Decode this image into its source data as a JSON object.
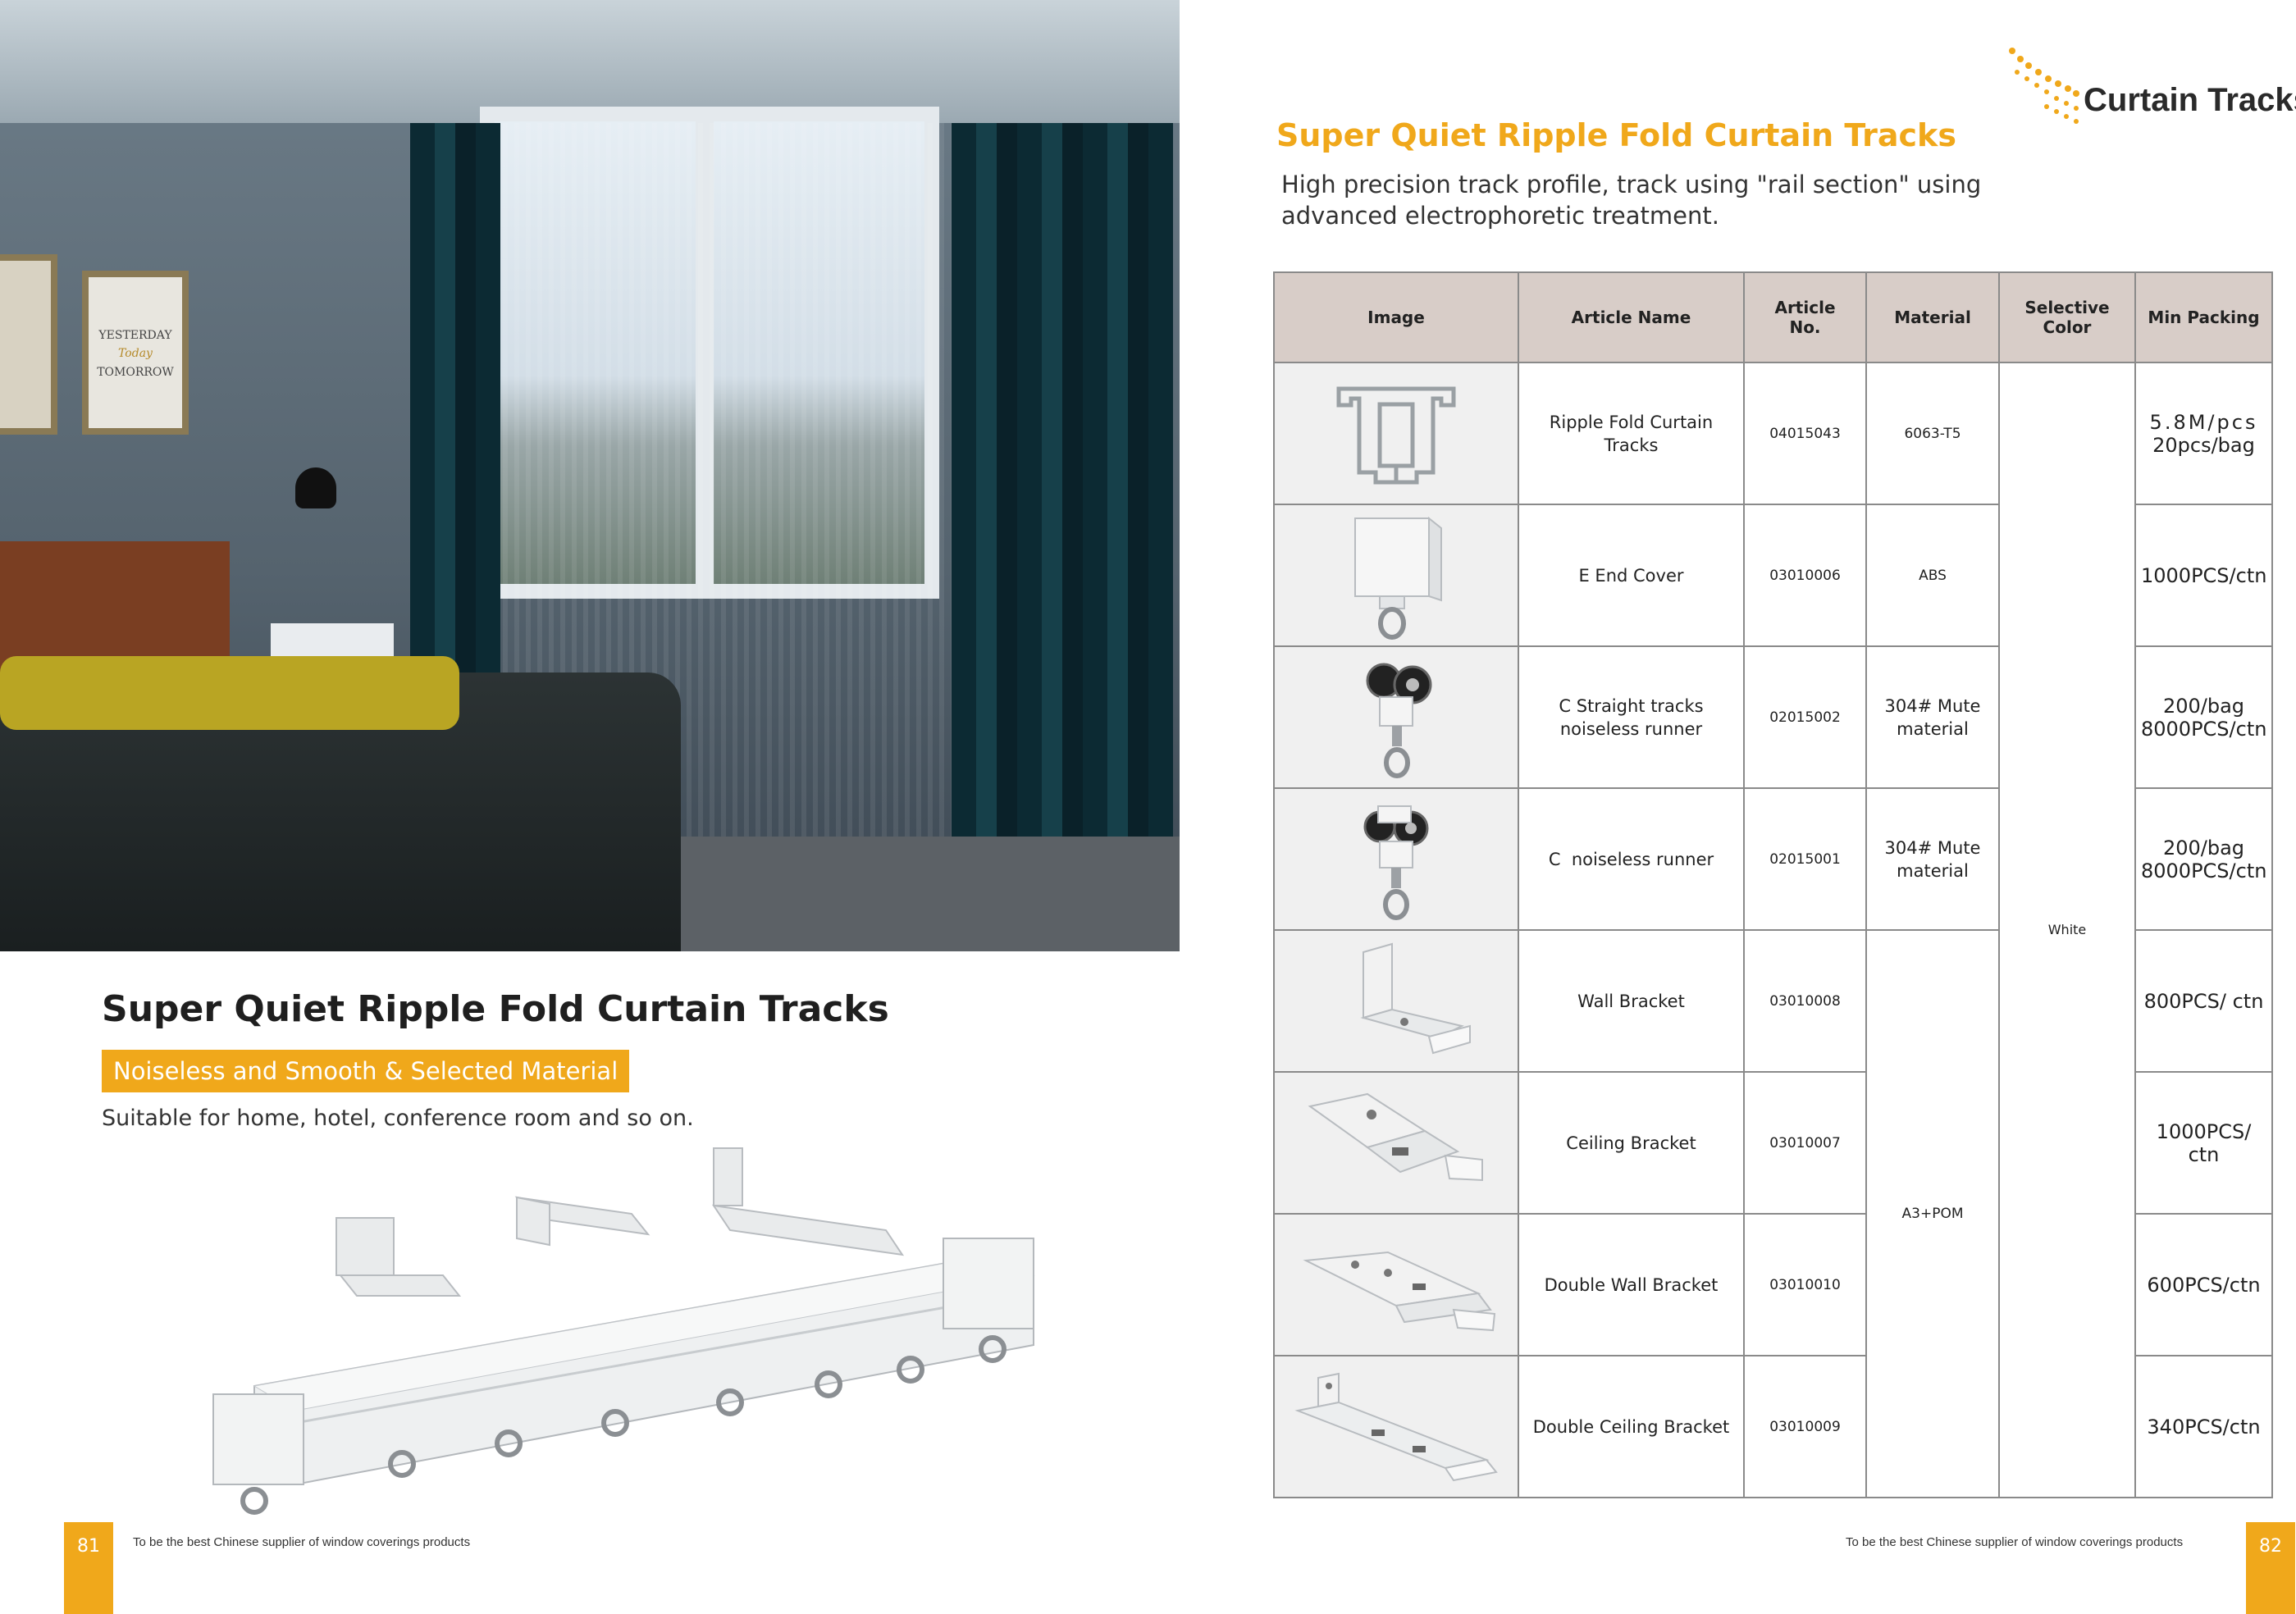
{
  "left_page": {
    "photo": {
      "frame_text_lines": [
        "YESTERDAY",
        "Today",
        "TOMORROW"
      ]
    },
    "title": "Super Quiet Ripple Fold Curtain Tracks",
    "badge": "Noiseless and Smooth & Selected Material",
    "description": "Suitable for home, hotel, conference room and so on.",
    "page_number": "81",
    "footer": "To be the best Chinese supplier of window coverings products"
  },
  "right_page": {
    "logo_text": "Curtain Tracks",
    "title": "Super Quiet Ripple Fold Curtain Tracks",
    "description": "High precision track profile, track using \"rail section\" using advanced electrophoretic treatment.",
    "page_number": "82",
    "footer": "To be the best Chinese supplier of window coverings products",
    "table": {
      "headers": {
        "image": "Image",
        "article_name": "Article Name",
        "article_no_line1": "Article",
        "article_no_line2": "No.",
        "material": "Material",
        "color_line1": "Selective",
        "color_line2": "Color",
        "packing": "Min Packing"
      },
      "rows": [
        {
          "name_l1": "Ripple Fold Curtain",
          "name_l2": "Tracks",
          "no": "04015043",
          "material_l1": "6063-T5",
          "material_l2": "",
          "pack_l1": "5.8M/pcs",
          "pack_l2": "20pcs/bag",
          "image_icon": "track-profile-icon"
        },
        {
          "name_l1": "E End Cover",
          "name_l2": "",
          "no": "03010006",
          "material_l1": "ABS",
          "material_l2": "",
          "pack_l1": "1000PCS/ctn",
          "pack_l2": "",
          "image_icon": "end-cover-icon"
        },
        {
          "name_l1": "C Straight tracks",
          "name_l2": "noiseless runner",
          "no": "02015002",
          "material_l1": "304# Mute",
          "material_l2": "material",
          "pack_l1": "200/bag",
          "pack_l2": "8000PCS/ctn",
          "image_icon": "runner-icon"
        },
        {
          "name_l1": "C  noiseless runner",
          "name_l2": "",
          "no": "02015001",
          "material_l1": "304# Mute",
          "material_l2": "material",
          "pack_l1": "200/bag",
          "pack_l2": "8000PCS/ctn",
          "image_icon": "runner-icon"
        },
        {
          "name_l1": "Wall Bracket",
          "name_l2": "",
          "no": "03010008",
          "pack_l1": "800PCS/ ctn",
          "pack_l2": "",
          "image_icon": "wall-bracket-icon"
        },
        {
          "name_l1": "Ceiling Bracket",
          "name_l2": "",
          "no": "03010007",
          "pack_l1": "1000PCS/ ctn",
          "pack_l2": "",
          "image_icon": "ceiling-bracket-icon"
        },
        {
          "name_l1": "Double Wall Bracket",
          "name_l2": "",
          "no": "03010010",
          "pack_l1": "600PCS/ctn",
          "pack_l2": "",
          "image_icon": "double-wall-bracket-icon"
        },
        {
          "name_l1": "Double Ceiling Bracket",
          "name_l2": "",
          "no": "03010009",
          "pack_l1": "340PCS/ctn",
          "pack_l2": "",
          "image_icon": "double-ceiling-bracket-icon"
        }
      ],
      "shared_material": "A3+POM",
      "shared_color": "White"
    }
  },
  "colors": {
    "accent": "#f0a81b",
    "header_bg": "#d8cdc8",
    "dark_text": "#1f1f1f"
  }
}
